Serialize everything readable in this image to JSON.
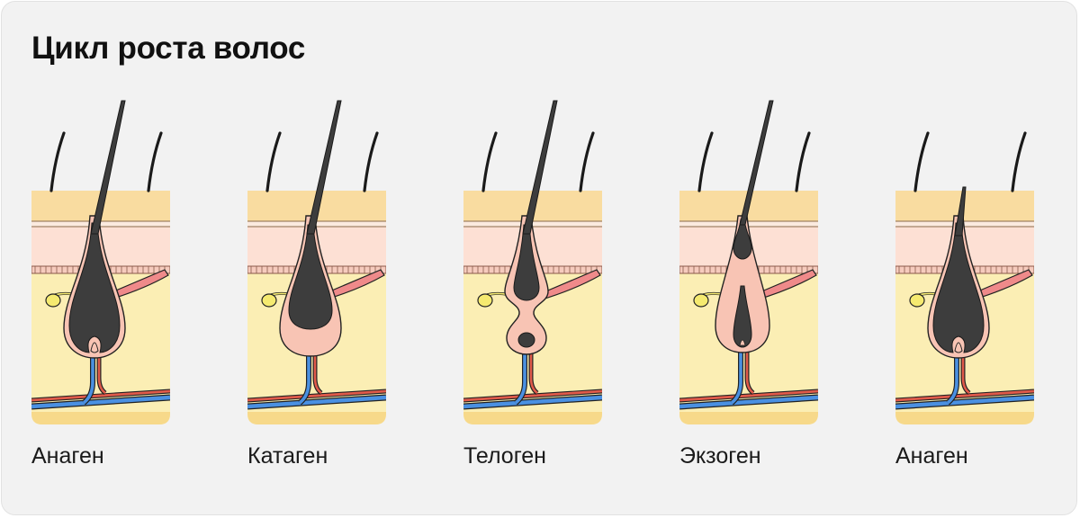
{
  "title": "Цикл роста волос",
  "stages": [
    {
      "label": "Анаген",
      "phase": "anagen"
    },
    {
      "label": "Катаген",
      "phase": "catagen"
    },
    {
      "label": "Телоген",
      "phase": "telogen"
    },
    {
      "label": "Экзоген",
      "phase": "exogen"
    },
    {
      "label": "Анаген",
      "phase": "anagen-new"
    }
  ],
  "colors": {
    "background": "#f2f2f2",
    "epidermis": "#f9dca0",
    "dermis": "#fde0d4",
    "hypodermis": "#fbeeb4",
    "bottom_band": "#f7d98a",
    "follicle": "#f8c4b4",
    "hair": "#3d3d3d",
    "sebaceous_gland": "#f5ea70",
    "muscle": "#ef8a8a",
    "vein": "#4a90e2",
    "artery": "#e05a4a",
    "outline": "#222222"
  }
}
